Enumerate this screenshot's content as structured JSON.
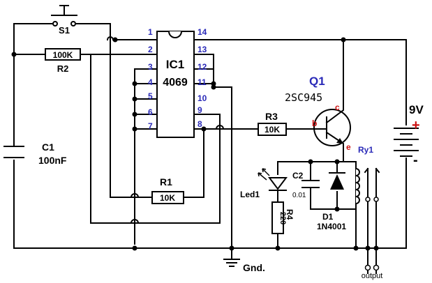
{
  "components": {
    "s1": "S1",
    "r2_value": "100K",
    "r2_name": "R2",
    "c1_name": "C1",
    "c1_value": "100nF",
    "ic1_name": "IC1",
    "ic1_part": "4069",
    "q1_name": "Q1",
    "q1_part": "2SC945",
    "q1_b": "b",
    "q1_c": "c",
    "q1_e": "e",
    "r3_name": "R3",
    "r3_value": "10K",
    "r1_name": "R1",
    "r1_value": "10K",
    "led1": "Led1",
    "r4_name": "R4",
    "r4_value": "220",
    "c2_name": "C2",
    "c2_value": "0.01",
    "d1_name": "D1",
    "d1_part": "1N4001",
    "ry1": "Ry1",
    "battery_voltage": "9V",
    "battery_plus": "+",
    "battery_minus": "-",
    "gnd": "Gnd.",
    "output": "output"
  },
  "pins": {
    "left": [
      "1",
      "2",
      "3",
      "4",
      "5",
      "6",
      "7"
    ],
    "right": [
      "14",
      "13",
      "12",
      "11",
      "10",
      "9",
      "8"
    ]
  },
  "colors": {
    "wire": "#000000",
    "pin_numbers": "#2a2ab8",
    "q1_label": "#2a2ab8",
    "transistor_terminals": "#cc1111",
    "battery_plus": "#cc1111"
  }
}
